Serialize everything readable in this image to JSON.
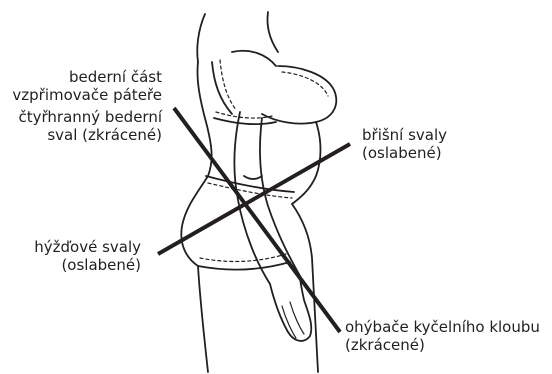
{
  "figure": {
    "labels": {
      "lumbar_erector": "bederní část\nvzpřimovače páteře",
      "quadratus_lumborum": "čtyřhranný bederní\nsval (zkrácené)",
      "abdominal": "břišní svaly\n(oslabené)",
      "gluteal": "hýžďové svaly\n(oslabené)",
      "hip_flexors": "ohýbače kyčelního kloubu\n(zkrácené)"
    }
  }
}
